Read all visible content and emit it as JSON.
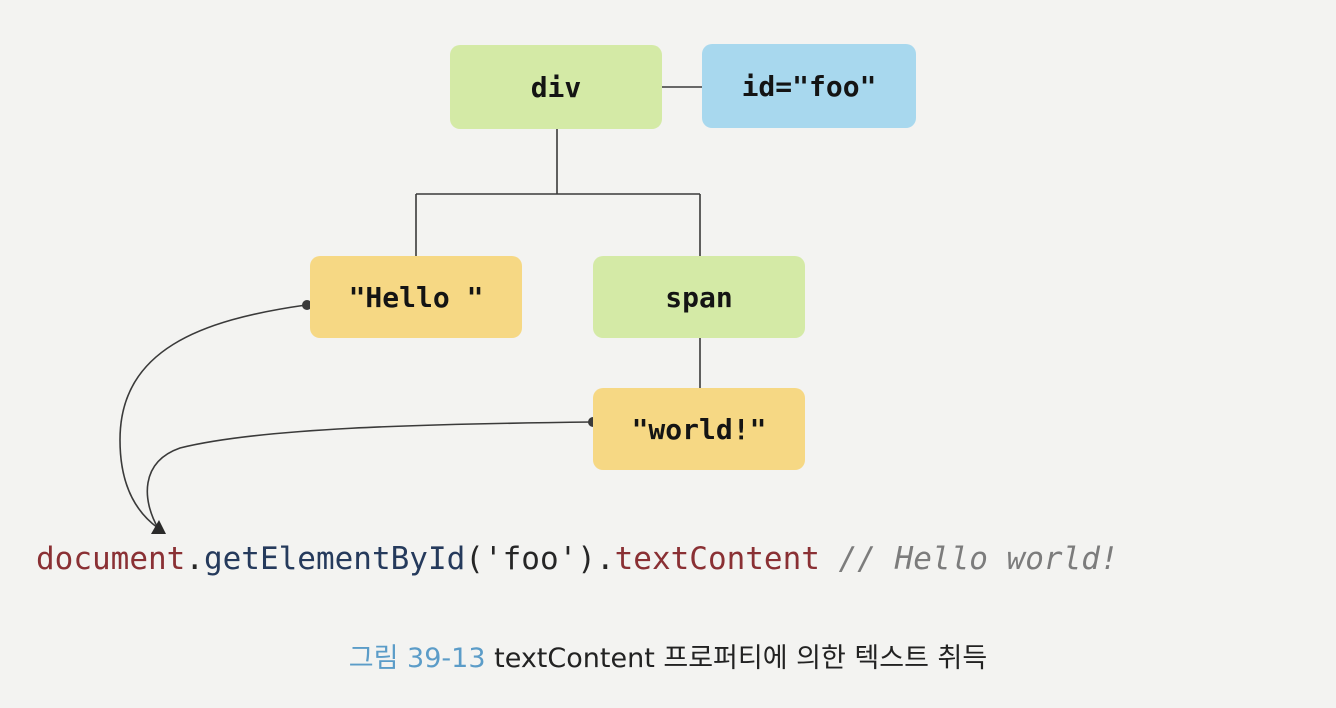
{
  "diagram": {
    "nodes": {
      "div": "div",
      "id_attr": "id=\"foo\"",
      "hello_text": "\"Hello \"",
      "span": "span",
      "world_text": "\"world!\""
    }
  },
  "code_line": {
    "object": "document",
    "dot1": ".",
    "method": "getElementById",
    "open": "(",
    "arg": "'foo'",
    "close": ")",
    "dot2": ".",
    "property": "textContent",
    "comment": "// Hello world!"
  },
  "caption": {
    "figure_label": "그림 39-13",
    "text": "textContent 프로퍼티에 의한 텍스트 취득"
  },
  "colors": {
    "element_node": "#d4eaa6",
    "attribute_node": "#a8d8ee",
    "text_node": "#f6d884",
    "caption_label": "#5b9cc8"
  }
}
